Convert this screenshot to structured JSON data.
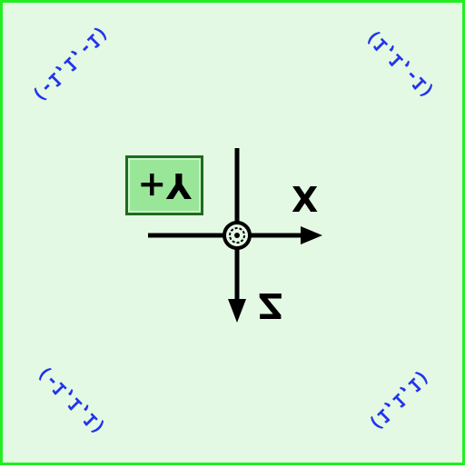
{
  "corners": {
    "top_left": "(-1,1,-1)",
    "top_right": "(1,1,-1)",
    "bottom_left": "(-1,1,1)",
    "bottom_right": "(1,1,1)"
  },
  "up_label": "+Y",
  "axes": {
    "x_label": "X",
    "z_label": "Z"
  },
  "colors": {
    "background": "#e3f9e3",
    "border": "#22ee22",
    "corner_text": "#2233ee",
    "label_box": "#99e699",
    "axis": "#000000"
  }
}
